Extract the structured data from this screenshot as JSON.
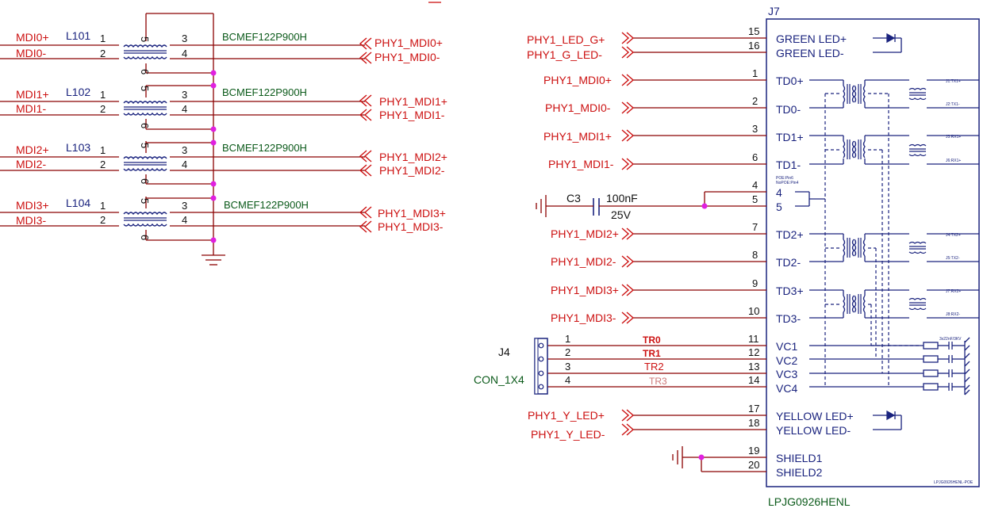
{
  "colors": {
    "wire": "#8b0000",
    "net_label": "#cc1111",
    "component": "#1a237e",
    "part_value": "#0b5a1a",
    "junction": "#e020e0",
    "connector_fill": "#ffffff"
  },
  "magnetics": [
    {
      "ref": "L101",
      "part": "BCMEF122P900H",
      "in_a": "MDI0+",
      "in_b": "MDI0-",
      "out_a": "PHY1_MDI0+",
      "out_b": "PHY1_MDI0-",
      "pins": [
        "1",
        "2",
        "3",
        "4",
        "5",
        "6"
      ]
    },
    {
      "ref": "L102",
      "part": "BCMEF122P900H",
      "in_a": "MDI1+",
      "in_b": "MDI1-",
      "out_a": "PHY1_MDI1+",
      "out_b": "PHY1_MDI1-",
      "pins": [
        "1",
        "2",
        "3",
        "4",
        "5",
        "6"
      ]
    },
    {
      "ref": "L103",
      "part": "BCMEF122P900H",
      "in_a": "MDI2+",
      "in_b": "MDI2-",
      "out_a": "PHY1_MDI2+",
      "out_b": "PHY1_MDI2-",
      "pins": [
        "1",
        "2",
        "3",
        "4",
        "5",
        "6"
      ]
    },
    {
      "ref": "L104",
      "part": "BCMEF122P900H",
      "in_a": "MDI3+",
      "in_b": "MDI3-",
      "out_a": "PHY1_MDI3+",
      "out_b": "PHY1_MDI3-",
      "pins": [
        "1",
        "2",
        "3",
        "4",
        "5",
        "6"
      ]
    }
  ],
  "j7": {
    "ref": "J7",
    "part": "LPJG0926HENL",
    "body_label": "LPJG0926HENL-POE",
    "poe_note_1": "POE:Pin6",
    "poe_note_2": "NoPOE:Pin4",
    "pins": [
      {
        "num": "15",
        "name": "GREEN LED+",
        "net": "PHY1_LED_G+"
      },
      {
        "num": "16",
        "name": "GREEN LED-",
        "net": "PHY1_G_LED-"
      },
      {
        "num": "1",
        "name": "TD0+",
        "net": "PHY1_MDI0+"
      },
      {
        "num": "2",
        "name": "TD0-",
        "net": "PHY1_MDI0-"
      },
      {
        "num": "3",
        "name": "TD1+",
        "net": "PHY1_MDI1+"
      },
      {
        "num": "6",
        "name": "TD1-",
        "net": "PHY1_MDI1-"
      },
      {
        "num": "4",
        "name": "4",
        "net": ""
      },
      {
        "num": "5",
        "name": "5",
        "net": ""
      },
      {
        "num": "7",
        "name": "TD2+",
        "net": "PHY1_MDI2+"
      },
      {
        "num": "8",
        "name": "TD2-",
        "net": "PHY1_MDI2-"
      },
      {
        "num": "9",
        "name": "TD3+",
        "net": "PHY1_MDI3+"
      },
      {
        "num": "10",
        "name": "TD3-",
        "net": "PHY1_MDI3-"
      },
      {
        "num": "11",
        "name": "VC1",
        "net": "TR0"
      },
      {
        "num": "12",
        "name": "VC2",
        "net": "TR1"
      },
      {
        "num": "13",
        "name": "VC3",
        "net": "TR2"
      },
      {
        "num": "14",
        "name": "VC4",
        "net": "TR3"
      },
      {
        "num": "17",
        "name": "YELLOW LED+",
        "net": "PHY1_Y_LED+"
      },
      {
        "num": "18",
        "name": "YELLOW LED-",
        "net": "PHY1_Y_LED-"
      },
      {
        "num": "19",
        "name": "SHIELD1",
        "net": ""
      },
      {
        "num": "20",
        "name": "SHIELD2",
        "net": ""
      }
    ],
    "internal_labels": [
      "J1:TX1+",
      "J2:TX1-",
      "J3:RX1+",
      "J6:RX1+",
      "J4:TX2+",
      "J5:TX2-",
      "J7:RX2+",
      "J8:RX2-",
      "3x22nF/3KV"
    ]
  },
  "c3": {
    "ref": "C3",
    "value": "100nF",
    "voltage": "25V"
  },
  "j4": {
    "ref": "J4",
    "part": "CON_1X4",
    "pins": [
      "1",
      "2",
      "3",
      "4"
    ]
  }
}
